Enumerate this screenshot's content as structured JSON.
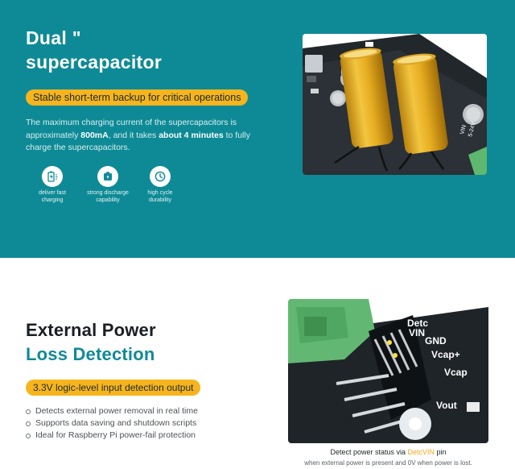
{
  "top": {
    "title_line1": "Dual \"",
    "title_line2": "supercapacitor",
    "badge": "Stable short-term backup for critical operations",
    "desc_1": "The maximum charging current of the supercapacitors is approximately ",
    "desc_bold_1": "800mA",
    "desc_2": ", and it takes ",
    "desc_bold_2": "about 4 minutes",
    "desc_3": " to fully charge the supercapacitors.",
    "features": [
      {
        "icon": "fast-charge-icon",
        "label_1": "deliver fast",
        "label_2": "charging"
      },
      {
        "icon": "battery-discharge-icon",
        "label_1": "strong discharge",
        "label_2": "capability"
      },
      {
        "icon": "clock-icon",
        "label_1": "high cycle",
        "label_2": "durability"
      }
    ],
    "photo_labels": {
      "vin": "VIN",
      "voltage": "5-24V"
    }
  },
  "bottom": {
    "title_line1": "External Power",
    "title_line2": "Loss Detection",
    "badge": "3.3V logic-level input detection output",
    "bullets": [
      "Detects external power removal in real time",
      "Supports data saving and shutdown scripts",
      "Ideal for Raspberry Pi power-fail protection"
    ],
    "pin_labels": {
      "detc": "Detc",
      "vin": "VIN",
      "gnd": "GND",
      "vcap_plus": "Vcap+",
      "vcap": "Vcap",
      "vout": "Vout"
    },
    "caption_pre": "Detect power status via ",
    "caption_highlight": "DetcVIN",
    "caption_post": " pin",
    "caption_sub": "when external power is present and 0V when power is lost."
  },
  "colors": {
    "teal": "#0e8a96",
    "accent_yellow": "#f6b51d",
    "dark_text": "#1b1f24"
  }
}
